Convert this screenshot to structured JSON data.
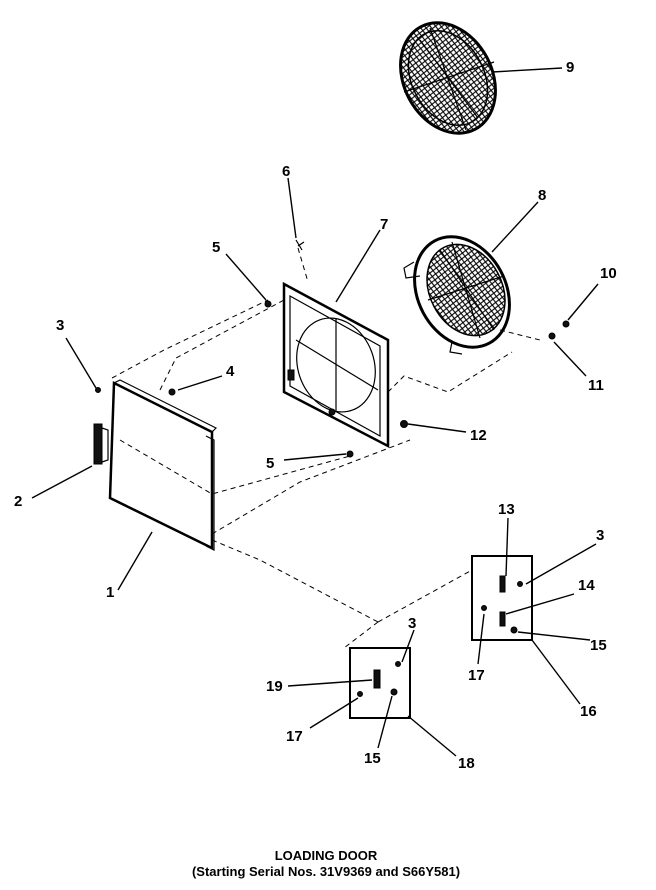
{
  "title": {
    "line1": "LOADING DOOR",
    "line2": "(Starting Serial Nos. 31V9369 and S66Y581)"
  },
  "callouts": {
    "c1": "1",
    "c2": "2",
    "c3a": "3",
    "c3b": "3",
    "c3c": "3",
    "c4": "4",
    "c5a": "5",
    "c5b": "5",
    "c6": "6",
    "c7": "7",
    "c8": "8",
    "c9": "9",
    "c10": "10",
    "c11": "11",
    "c12": "12",
    "c13": "13",
    "c14": "14",
    "c15a": "15",
    "c15b": "15",
    "c16": "16",
    "c17a": "17",
    "c17b": "17",
    "c18": "18",
    "c19": "19"
  }
}
